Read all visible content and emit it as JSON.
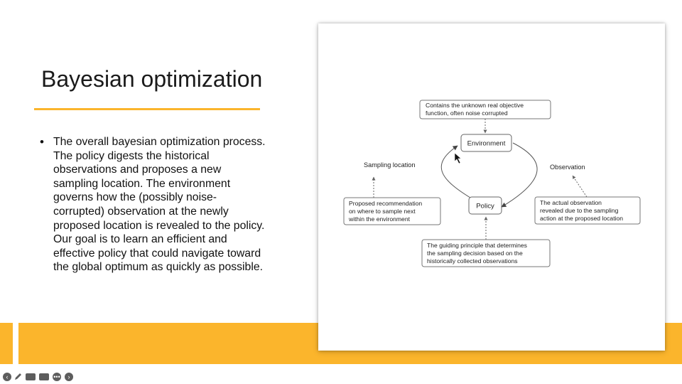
{
  "slide": {
    "title": "Bayesian optimization",
    "bullet": "The overall bayesian optimization process. The policy digests the historical observations and proposes a new sampling location. The environment governs how the (possibly noise-corrupted) observation at the newly proposed location is revealed to the policy. Our goal is to learn an efficient and effective policy that could navigate toward the global optimum as quickly as possible."
  },
  "diagram": {
    "environment": "Environment",
    "policy": "Policy",
    "sampling_location": "Sampling location",
    "observation": "Observation",
    "env_note": [
      "Contains the unknown real objective",
      "function, often noise corrupted"
    ],
    "proposal_note": [
      "Proposed recommendation",
      "on where to sample next",
      "within the environment"
    ],
    "observation_note": [
      "The actual observation",
      "revealed due to the sampling",
      "action at the proposed location"
    ],
    "policy_note": [
      "The guiding principle that determines",
      "the sampling decision based on the",
      "historically collected observations"
    ]
  },
  "toolbar": {
    "icons": [
      "back-icon",
      "pen-icon",
      "slides-icon",
      "camera-icon",
      "menu-icon",
      "forward-icon"
    ]
  },
  "colors": {
    "accent": "#FBB52C",
    "text": "#111111",
    "diagram_stroke": "#555555"
  }
}
